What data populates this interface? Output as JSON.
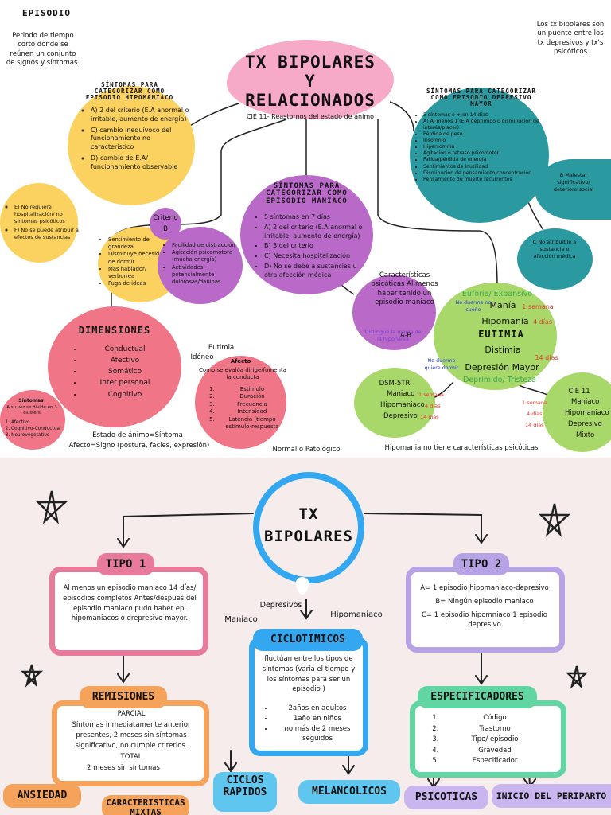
{
  "top": {
    "episodio": {
      "title": "EPISODIO",
      "text": "Periodo de tiempo corto donde se reúnen un conjunto de signos y síntomas."
    },
    "puente_note": "Los tx bipolares son un puente entre los tx depresivos y tx's psicóticos",
    "main_title": {
      "line1": "TX BIPOLARES",
      "line2": "Y",
      "line3": "RELACIONADOS",
      "subtitle": "CIE 11- Reastornos del estado de ánimo"
    },
    "hipomaniaco": {
      "title": "SÍNTOMAS PARA CATEGORIZAR COMO EPISODIO HIPOMANIACO",
      "items": [
        "A) 2 del criterio (E.A anormal o irritable, aumento de energía)",
        "C) cambio inequívoco del funcionamiento no característico",
        "D) cambio de E.A/ funcionamiento observable"
      ]
    },
    "hipo_extra": {
      "items": [
        "E) No requiere hospitalización/ no síntomas psicóticos",
        "F) No se puede atribuir a efectos de sustancias"
      ]
    },
    "criterio_b": {
      "label1": "Criterio",
      "label2": "B"
    },
    "sintomas_b": {
      "items": [
        "Sentimiento de grandeza",
        "Disminuye necesidad de dormir",
        "Mas hablador/ verborrea",
        "Fuga de ideas"
      ]
    },
    "actividades": {
      "items": [
        "Facilidad de distracción",
        "Agitación psicomotora (mucha energía)",
        "Actividades potencialmente dolorosas/dañinas"
      ]
    },
    "maniaco": {
      "title": "SÍNTOMAS PARA CATEGORIZAR COMO EPISODIO MANIACO",
      "items": [
        "5 síntomas en 7 días",
        "A) 2 del criterio (E.A anormal o irritable, aumento de energía)",
        "B) 3 del criterio",
        "C) Necesita hospitalización",
        "D) No se debe a sustancias u otra afección médica"
      ]
    },
    "depresivo": {
      "title": "SÍNTOMAS PARA CATEGORIZAR COMO EPISODIO DEPRESIVO MAYOR",
      "items": [
        "5 síntomas o + en 14 días",
        "A) Al menos 1 (E.A deprimido o disminución de interés/placer)",
        "Pérdida de peso",
        "Insomnio",
        "Hipersomnia",
        "Agitación o retraso psicomotor",
        "Fatiga/pérdida de energía",
        "Sentimientos de inutilidad",
        "Disminución de pensamiento/concentración",
        "Pensamiento de muerte recurrentes"
      ]
    },
    "dep_b": "B Malestar significativo/ deterioro social",
    "dep_c": "C No atribuible a sustancia o afección médica",
    "psicoticas": {
      "text": "Características psicóticas Al menos haber tenido un episodio maniaco",
      "note": "Distingue la manía de la hiponanía",
      "ab": "A-B"
    },
    "dimensiones": {
      "title": "DIMENSIONES",
      "items": [
        "Conductual",
        "Afectivo",
        "Somático",
        "Inter personal",
        "Cognitivo"
      ]
    },
    "sintomas_small": {
      "title": "Síntomas",
      "subtitle": "A su vez se divide en 3 clústers",
      "items": [
        "Afectivo",
        "Cognitivo-Conductual",
        "Neurovegetativo"
      ]
    },
    "afecto": {
      "title": "Afecto",
      "subtitle": "Como se evalúa dirige/fomenta la conducta",
      "items": [
        "Estimulo",
        "Duración",
        "Frecuencia",
        "Intensidad",
        "Latencia (tiempo estímulo-respuesta"
      ]
    },
    "eutimia_label": "Eutimia",
    "idoneo_label": "Idóneo",
    "estado_text": "Estado de ánimo=Síntoma",
    "afecto_signo": "Afecto=Signo (postura, facies, expresión)",
    "normal_text": "Normal o Patológico",
    "hipomania_note": "Hipomania no tiene características psicóticas",
    "espectro": {
      "euforia": "Euforia/ Expansivo",
      "no_duerme1": "No duerme no sueño",
      "mania": "Manía",
      "mania_days": "1 semana",
      "hipomania": "Hipomanía",
      "hipomania_days": "4 días",
      "eutimia": "EUTIMIA",
      "distimia": "Distimia",
      "distimia_days": "14 días",
      "no_duerme2": "No duerme quiere dormir",
      "depresion": "Depresión Mayor",
      "deprimido": "Deprimido/ Tristeza"
    },
    "dsm": {
      "title": "DSM-5TR",
      "items": [
        {
          "name": "Maniaco",
          "days": "1 semana"
        },
        {
          "name": "Hipomaniaco",
          "days": "4 días"
        },
        {
          "name": "Depresivo",
          "days": "14 días"
        }
      ]
    },
    "cie": {
      "title": "CIE 11",
      "items": [
        {
          "name": "Maniaco",
          "days": "1 semana"
        },
        {
          "name": "Hipomaniaco",
          "days": "4 días"
        },
        {
          "name": "Depresivo",
          "days": "14 días"
        },
        {
          "name": "Mixto",
          "days": ""
        }
      ]
    }
  },
  "bottom": {
    "title": {
      "line1": "TX",
      "line2": "BIPOLARES"
    },
    "tipo1": {
      "label": "TIPO 1",
      "text": "Al menos un episodio maniaco 14 días/ episodios completos Antes/después del episodio maniaco pudo haber ep. hipomaniacos o drepresivo mayor."
    },
    "tipo2": {
      "label": "TIPO 2",
      "items": [
        "A= 1 episodio hipomaniaco-depresivo",
        "B= Ningún episodio maniaco",
        "C= 1 episodio hipomniaco 1 episodio depresivo"
      ]
    },
    "ciclotimicos": {
      "label": "CICLOTIMICOS",
      "depresivos": "Depresivos",
      "maniaco": "Maniaco",
      "hipomaniaco": "Hipomaniaco",
      "text": "fluctúan entre los tipos de síntomas (varía el tiempo y los síntomas para ser un episodio )",
      "items": [
        "2años en adultos",
        "1año en niños",
        "no más de 2 meses seguidos"
      ]
    },
    "remisiones": {
      "label": "REMISIONES",
      "parcial": "PARCIAL",
      "parcial_text": "Síntomas inmediatamente anterior presentes, 2 meses sin síntomas significativo, no cumple criterios.",
      "total": "TOTAL",
      "total_text": "2 meses sin síntomas"
    },
    "especificadores": {
      "label": "ESPECIFICADORES",
      "items": [
        "Código",
        "Trastorno",
        "Tipo/ episodio",
        "Gravedad",
        "Especificador"
      ]
    },
    "ansiedad": "ANSIEDAD",
    "caracteristicas": "CARACTERISTICAS MIXTAS",
    "ciclos": {
      "line1": "CICLOS",
      "line2": "RAPIDOS"
    },
    "melancolicos": "MELANCOLICOS",
    "psicoticas": "PSICOTICAS",
    "periparto": "INICIO DEL PERIPARTO"
  }
}
